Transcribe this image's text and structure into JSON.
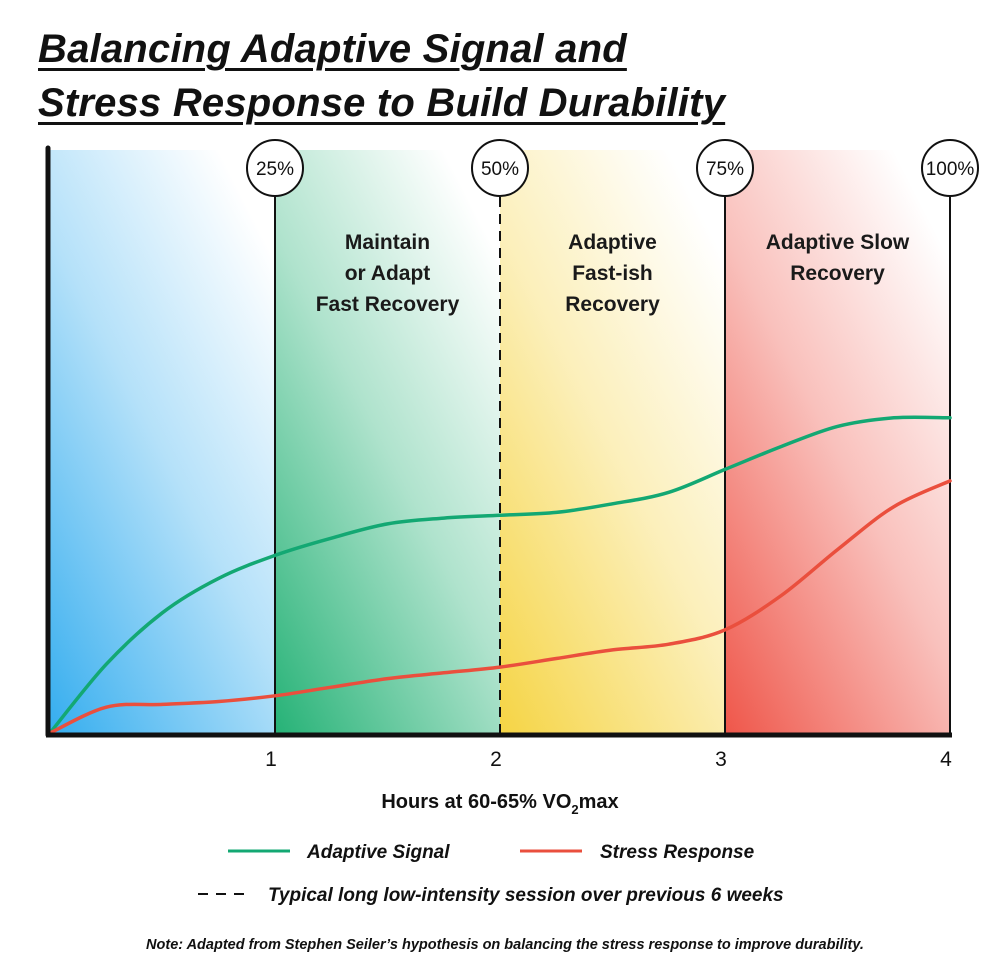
{
  "title": {
    "line1": "Balancing Adaptive Signal and",
    "line2": "Stress Response to Build Durability"
  },
  "chart_data": {
    "type": "line",
    "xlabel_main": "Hours at 60-65% VO",
    "xlabel_sub": "2",
    "xlabel_tail": "max",
    "xlim": [
      0,
      4
    ],
    "ylim": [
      0,
      100
    ],
    "x_ticks": [
      "1",
      "2",
      "3",
      "4"
    ],
    "x_tick_values": [
      1,
      2,
      3,
      4
    ],
    "grid": false,
    "markers": [
      {
        "x": 1,
        "label": "25%",
        "style": "solid"
      },
      {
        "x": 2,
        "label": "50%",
        "style": "dashed"
      },
      {
        "x": 3,
        "label": "75%",
        "style": "solid"
      },
      {
        "x": 4,
        "label": "100%",
        "style": "solid"
      }
    ],
    "zones": [
      {
        "x0": 0,
        "x1": 1,
        "color": "#2aa9ee",
        "lines": []
      },
      {
        "x0": 1,
        "x1": 2,
        "color": "#1aae6f",
        "lines": [
          "Maintain",
          "or Adapt",
          "Fast Recovery"
        ]
      },
      {
        "x0": 2,
        "x1": 3,
        "color": "#f5d23a",
        "lines": [
          "Adaptive",
          "Fast-ish",
          "Recovery"
        ]
      },
      {
        "x0": 3,
        "x1": 4,
        "color": "#ee4d40",
        "lines": [
          "Adaptive Slow",
          "Recovery"
        ]
      }
    ],
    "series": [
      {
        "name": "Adaptive Signal",
        "color": "#13a873",
        "x": [
          0,
          0.25,
          0.5,
          0.75,
          1.0,
          1.25,
          1.5,
          1.75,
          2.0,
          2.25,
          2.5,
          2.75,
          3.0,
          3.25,
          3.5,
          3.75,
          4.0
        ],
        "y": [
          0,
          12,
          21,
          27,
          31,
          34,
          36.5,
          37.5,
          38,
          38.5,
          40,
          42,
          46,
          50,
          53.5,
          55,
          55
        ]
      },
      {
        "name": "Stress Response",
        "color": "#ea4f3d",
        "x": [
          0,
          0.25,
          0.5,
          0.75,
          1.0,
          1.25,
          1.5,
          1.75,
          2.0,
          2.25,
          2.5,
          2.75,
          3.0,
          3.25,
          3.5,
          3.75,
          4.0
        ],
        "y": [
          0,
          4.5,
          5,
          5.5,
          6.5,
          8,
          9.5,
          10.5,
          11.5,
          13,
          14.5,
          15.5,
          18,
          24,
          32,
          39.5,
          44
        ]
      }
    ],
    "legend": {
      "adaptive": "Adaptive Signal",
      "stress": "Stress Response",
      "session": "Typical long low-intensity session over previous 6 weeks"
    }
  },
  "note": "Note: Adapted from Stephen Seiler’s hypothesis on balancing the stress response to improve durability."
}
